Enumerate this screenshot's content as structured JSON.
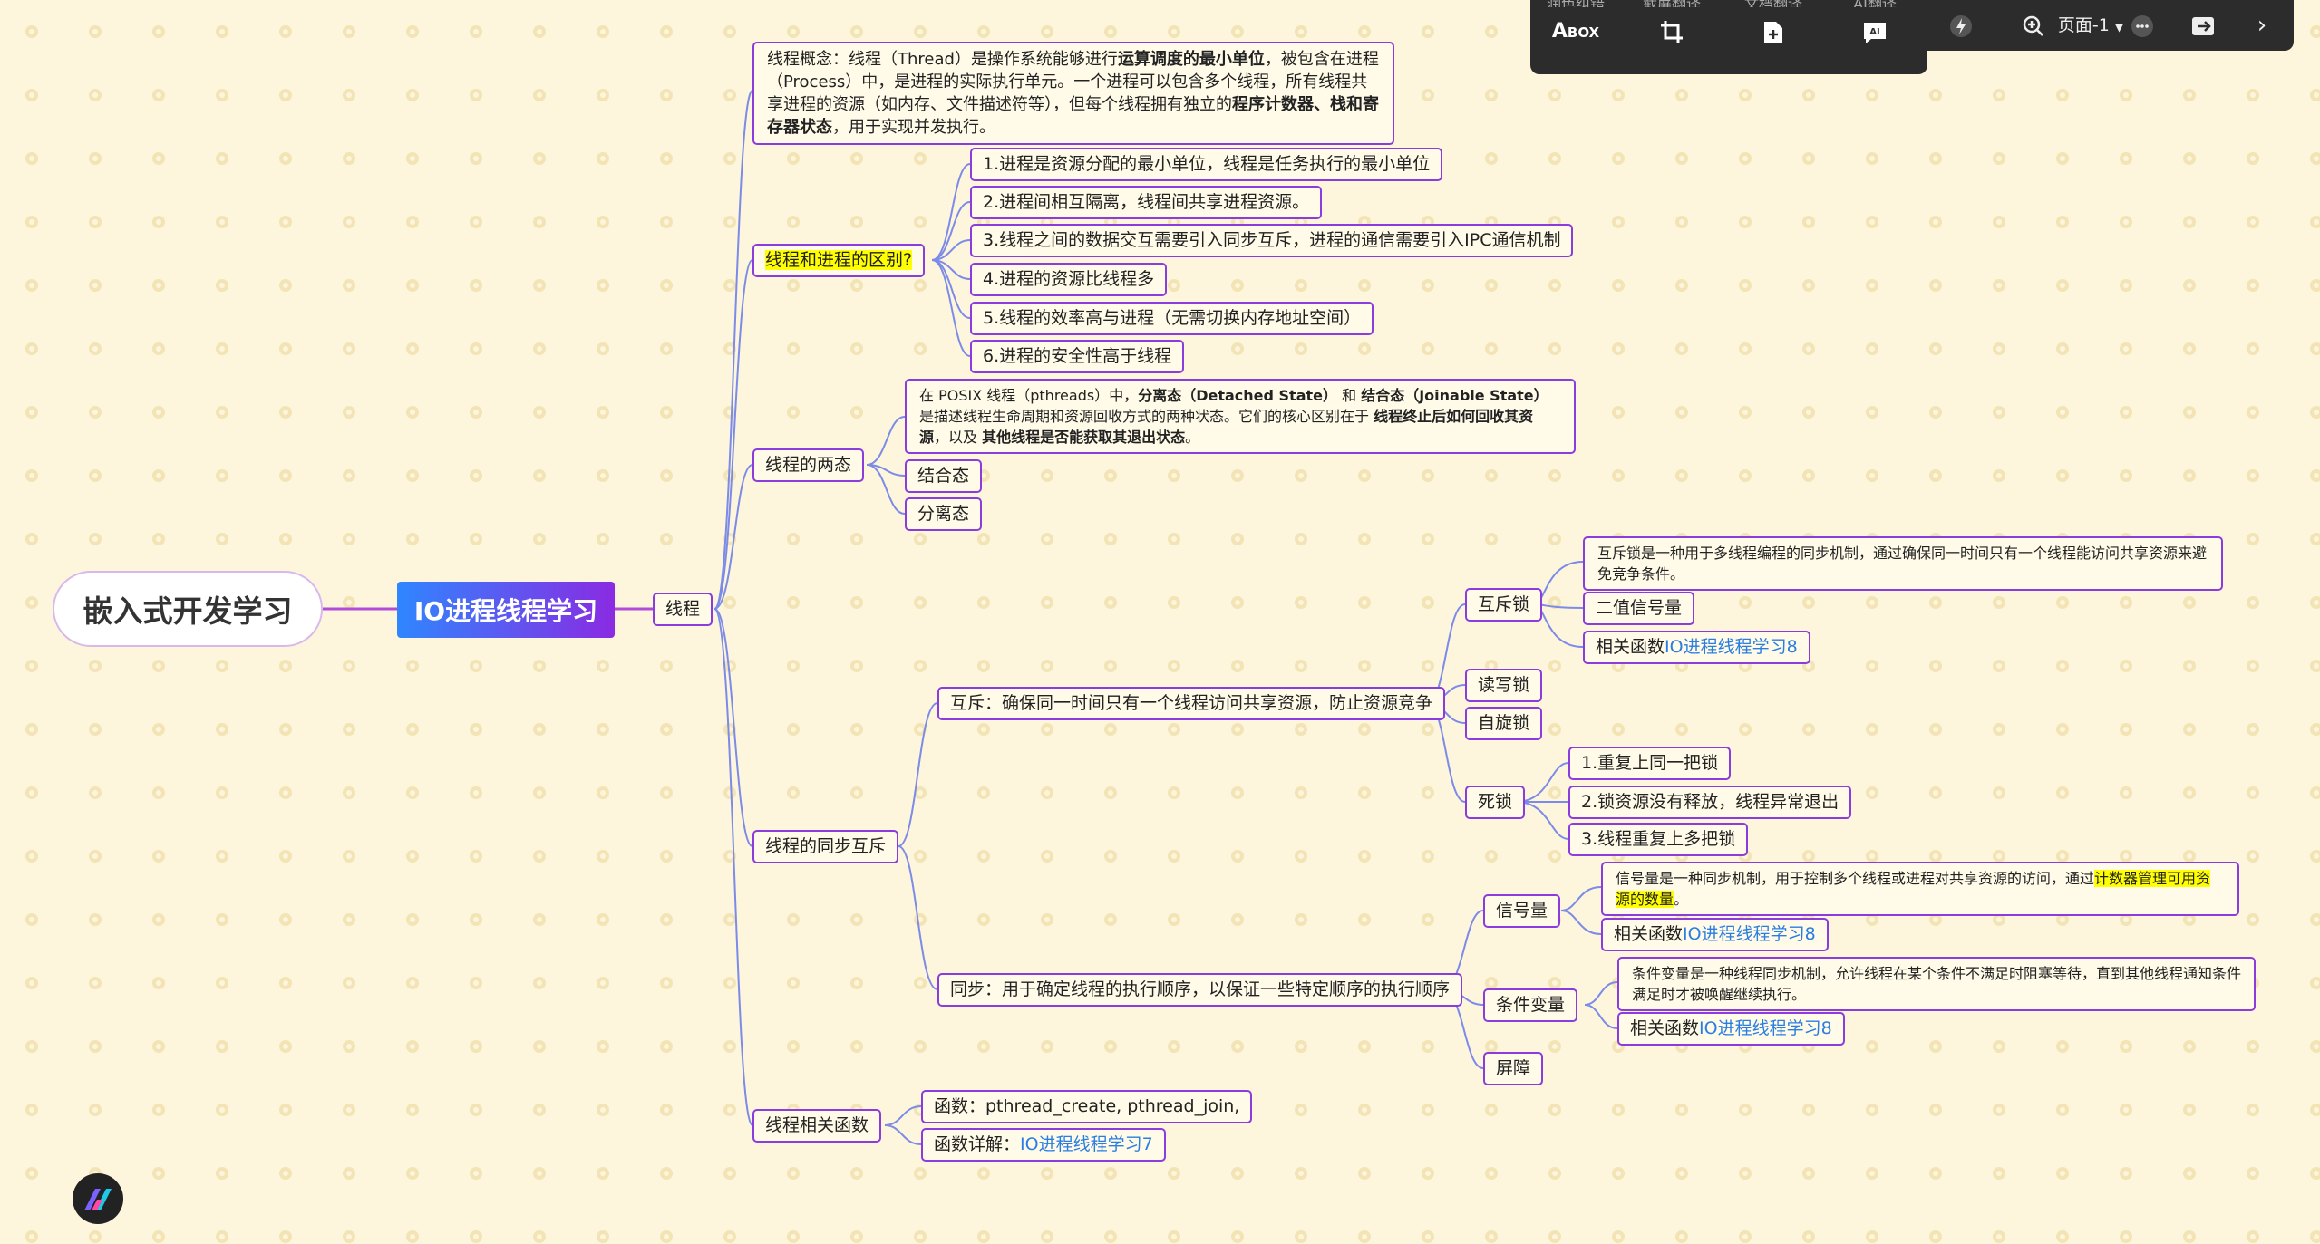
{
  "root": "嵌入式开发学习",
  "main": "IO进程线程学习",
  "thread": "线程",
  "concept": {
    "p1": "线程概念：线程（Thread）是操作系统能够进行",
    "b1": "运算调度的最小单位",
    "p2": "，被包含在进程（Process）中，是进程的实际执行单元。一个进程可以包含多个线程，所有线程共享进程的资源（如内存、文件描述符等），但每个线程拥有独立的",
    "b2": "程序计数器、栈和寄存器状态",
    "p3": "，用于实现并发执行。"
  },
  "diff": {
    "label": "线程和进程的区别?",
    "items": [
      "1.进程是资源分配的最小单位，线程是任务执行的最小单位",
      "2.进程间相互隔离，线程间共享进程资源。",
      "3.线程之间的数据交互需要引入同步互斥，进程的通信需要引入IPC通信机制",
      "4.进程的资源比线程多",
      "5.线程的效率高与进程（无需切换内存地址空间）",
      "6.进程的安全性高于线程"
    ]
  },
  "states": {
    "label": "线程的两态",
    "d1": "在 POSIX 线程（pthreads）中，",
    "d2": "分离态（Detached State）",
    "d3": " 和 ",
    "d4": "结合态（Joinable State）",
    "d5": " 是描述线程生命周期和资源回收方式的两种状态。它们的核心区别在于 ",
    "d6": "线程终止后如何回收其资源",
    "d7": "，以及 ",
    "d8": "其他线程是否能获取其退出状态",
    "d9": "。",
    "joinable": "结合态",
    "detached": "分离态"
  },
  "sync": {
    "label": "线程的同步互斥",
    "mutex_label": "互斥：确保同一时间只有一个线程访问共享资源，防止资源竞争",
    "mutex_lock": "互斥锁",
    "mutex_desc": "互斥锁是一种用于多线程编程的同步机制，通过确保同一时间只有一个线程能访问共享资源来避免竞争条件。",
    "binary_sem": "二值信号量",
    "related_prefix": "相关函数",
    "related_link": "IO进程线程学习8",
    "rwlock": "读写锁",
    "spinlock": "自旋锁",
    "deadlock": "死锁",
    "deadlock_items": [
      "1.重复上同一把锁",
      "2.锁资源没有释放，线程异常退出",
      "3.线程重复上多把锁"
    ],
    "sync_label": "同步：用于确定线程的执行顺序，以保证一些特定顺序的执行顺序",
    "semaphore": "信号量",
    "sem_desc1": "信号量是一种同步机制，用于控制多个线程或进程对共享资源的访问，通过",
    "sem_desc_hl": "计数器管理可用资源的数量",
    "sem_desc2": "。",
    "condvar": "条件变量",
    "cond_desc": "条件变量是一种线程同步机制，允许线程在某个条件不满足时阻塞等待，直到其他线程通知条件满足时才被唤醒继续执行。",
    "barrier": "屏障"
  },
  "funcs": {
    "label": "线程相关函数",
    "f1": "函数：pthread_create, pthread_join,",
    "f2_prefix": "函数详解：",
    "f2_link": "IO进程线程学习7"
  },
  "toolbar": {
    "items": [
      {
        "label": "润色纠错",
        "icon": "A​BOX"
      },
      {
        "label": "截屏翻译",
        "icon": "⌗"
      },
      {
        "label": "文档翻译",
        "icon": "+"
      },
      {
        "label": "AI翻译",
        "icon": "AI"
      }
    ],
    "page": "页面-1"
  },
  "colors": {
    "accent": "#8a3cdc",
    "line": "#7c8be8",
    "highlight": "#ffff00",
    "link": "#2a7de1",
    "background": "#fdf5dc"
  }
}
